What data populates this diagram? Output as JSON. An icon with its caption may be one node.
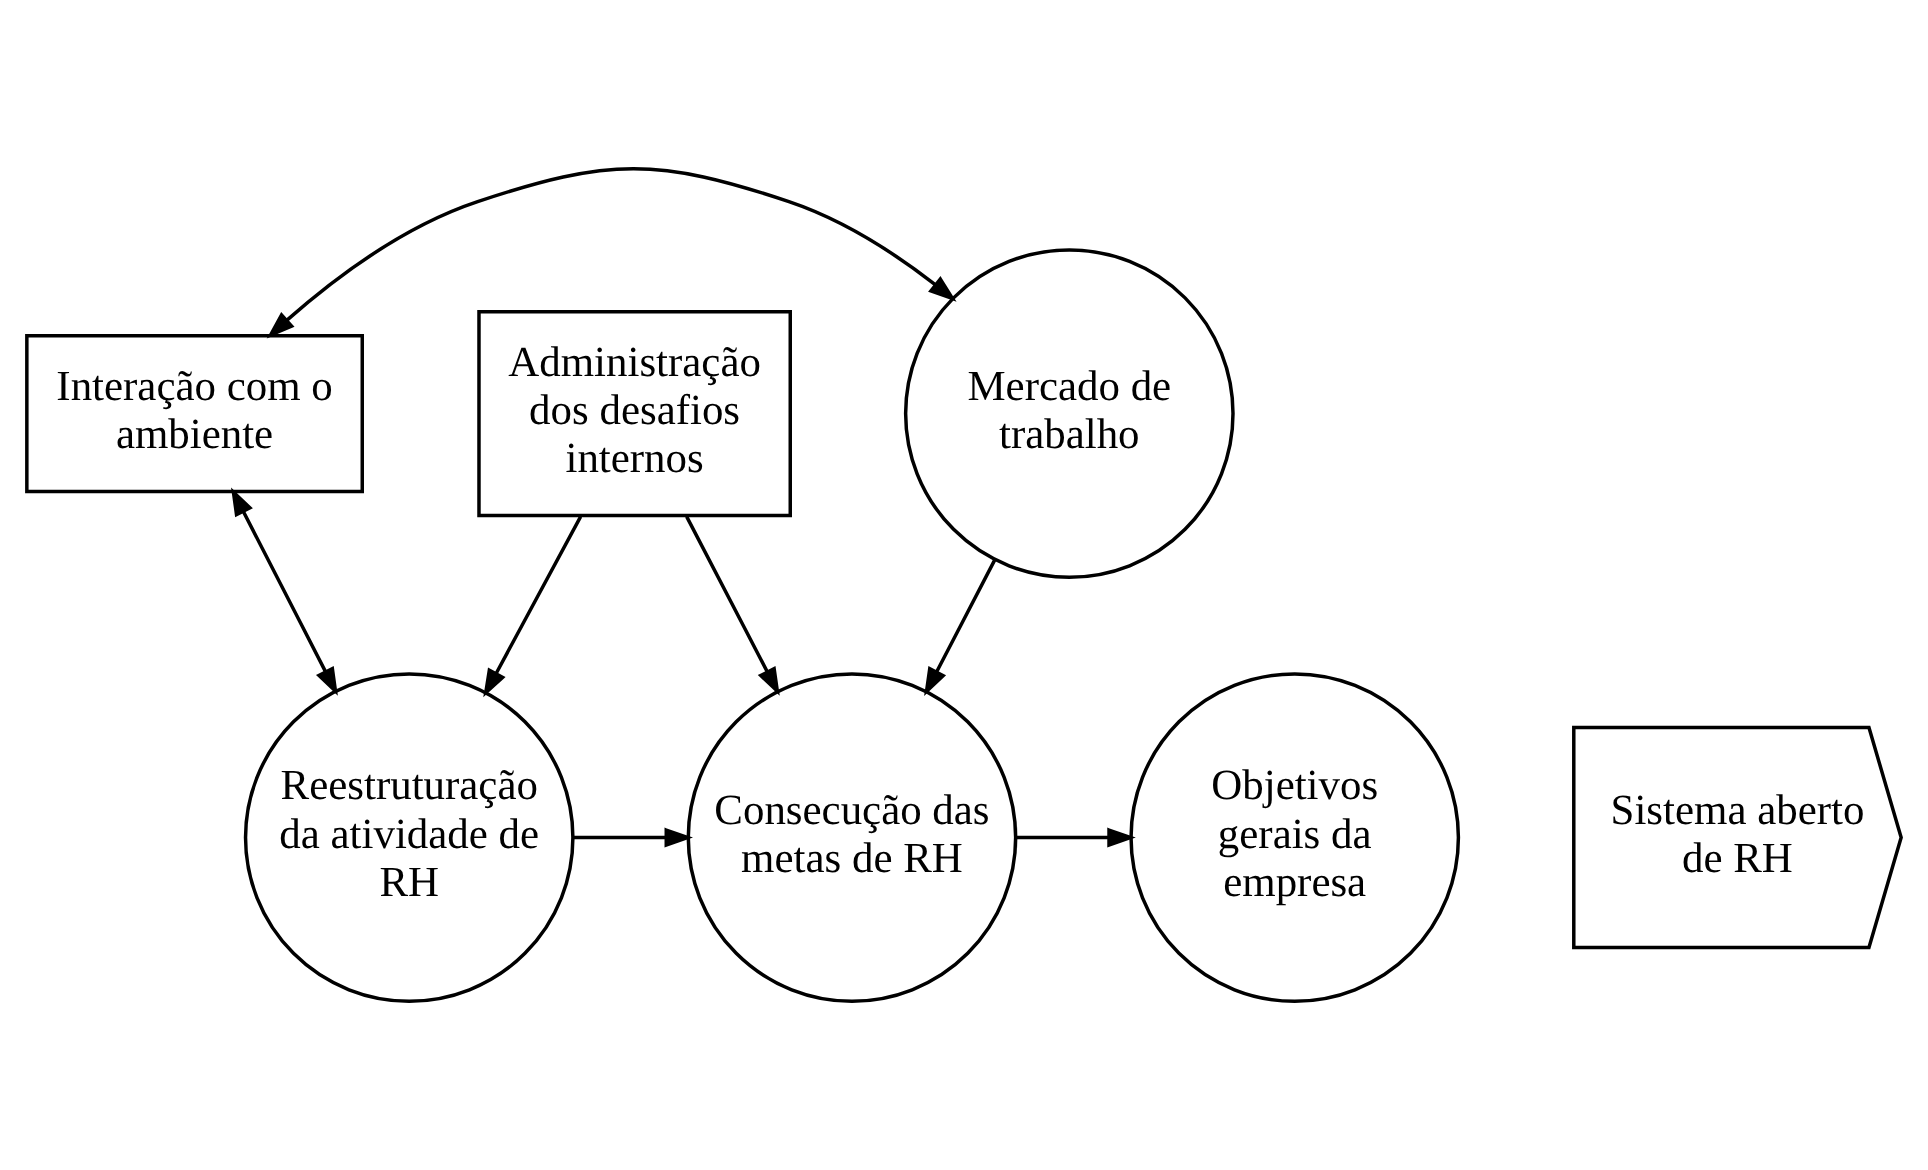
{
  "diagram": {
    "nodes": [
      {
        "text": [
          "Interação com o ambiente"
        ]
      },
      {
        "text": [
          "Mercado de trabalho"
        ]
      },
      {
        "text": [
          "Sistema aberto de RH"
        ]
      },
      {
        "text": [
          "Reestruturação da atividade de RH"
        ]
      },
      {
        "text": [
          "Consecução das metas de RH"
        ]
      },
      {
        "text": [
          "Objetivos gerais da empresa"
        ]
      },
      {
        "text": [
          "Administração dos desafios internos"
        ]
      }
    ],
    "edges": [
      {
        "from": 0,
        "to": 1,
        "arrow": "both"
      },
      {
        "from": 0,
        "to": 3,
        "arrow": "both"
      },
      {
        "from": 3,
        "to": 4,
        "arrow": "to"
      },
      {
        "from": 1,
        "to": 4,
        "arrow": "to"
      },
      {
        "from": 4,
        "to": 5,
        "arrow": "to"
      },
      {
        "from": 6,
        "to": 3,
        "arrow": "to"
      },
      {
        "from": 6,
        "to": 4,
        "arrow": "to"
      }
    ]
  }
}
